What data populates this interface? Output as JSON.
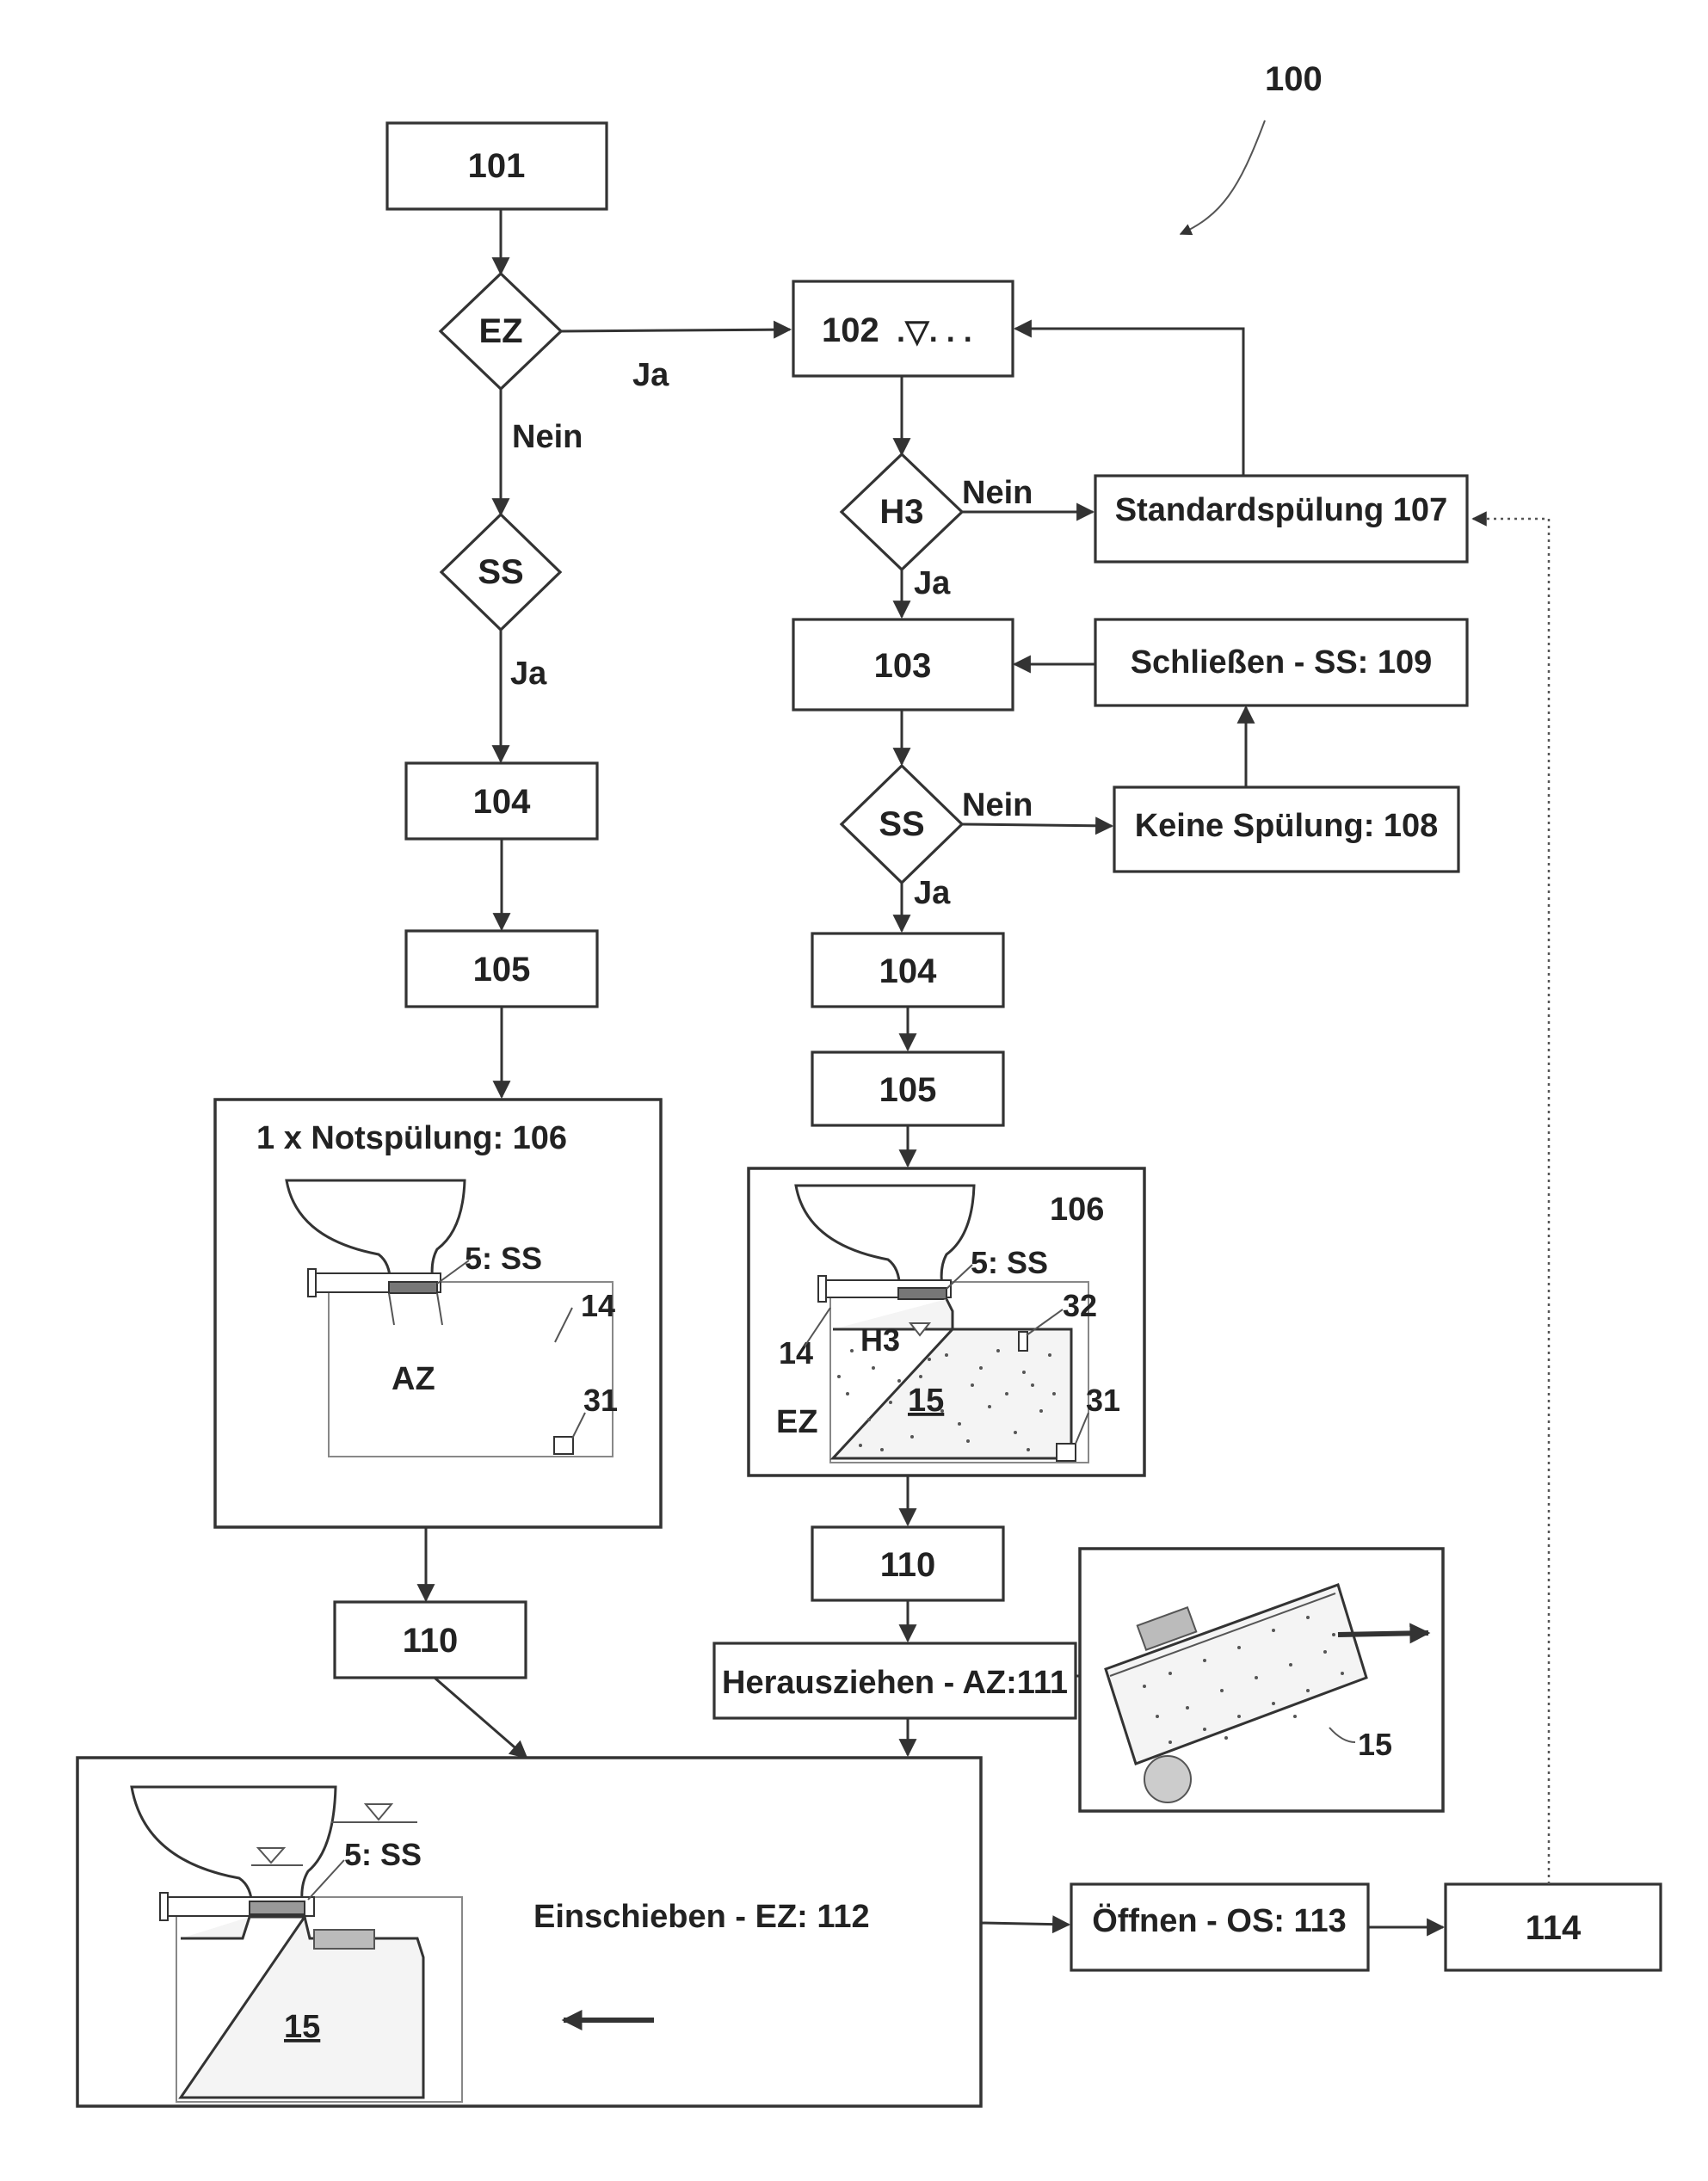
{
  "figure": {
    "ref": "100",
    "nodes": {
      "n101": "101",
      "n102": "102",
      "n102_symbol": ".▽. . .",
      "n103": "103",
      "n104_left": "104",
      "n105_left": "105",
      "n104_right": "104",
      "n105_right": "105",
      "n106_left": "1 x Notspülung: 106",
      "n106_right": "106",
      "n107": "Standardspülung 107",
      "n108": "Keine Spülung: 108",
      "n109": "Schließen - SS: 109",
      "n110_left": "110",
      "n110_right": "110",
      "n111": "Herausziehen - AZ:111",
      "n112": "Einschieben - EZ: 112",
      "n113": "Öffnen - OS: 113",
      "n114": "114"
    },
    "decisions": {
      "ez": "EZ",
      "ss_left": "SS",
      "h3": "H3",
      "ss_right": "SS"
    },
    "edge_labels": {
      "ja_ez": "Ja",
      "nein_ez": "Nein",
      "ja_ss_left": "Ja",
      "nein_h3": "Nein",
      "ja_h3": "Ja",
      "nein_ss_right": "Nein",
      "ja_ss_right": "Ja"
    },
    "illustration_labels": {
      "ss_left": "5: SS",
      "n14_left": "14",
      "az": "AZ",
      "n31_left": "31",
      "ss_right": "5: SS",
      "n32": "32",
      "n14_right": "14",
      "h3": "H3",
      "n15_right": "15",
      "ez": "EZ",
      "n31_right": "31",
      "n15_cart": "15",
      "ss_bottom": "5: SS",
      "n15_bottom": "15"
    }
  }
}
